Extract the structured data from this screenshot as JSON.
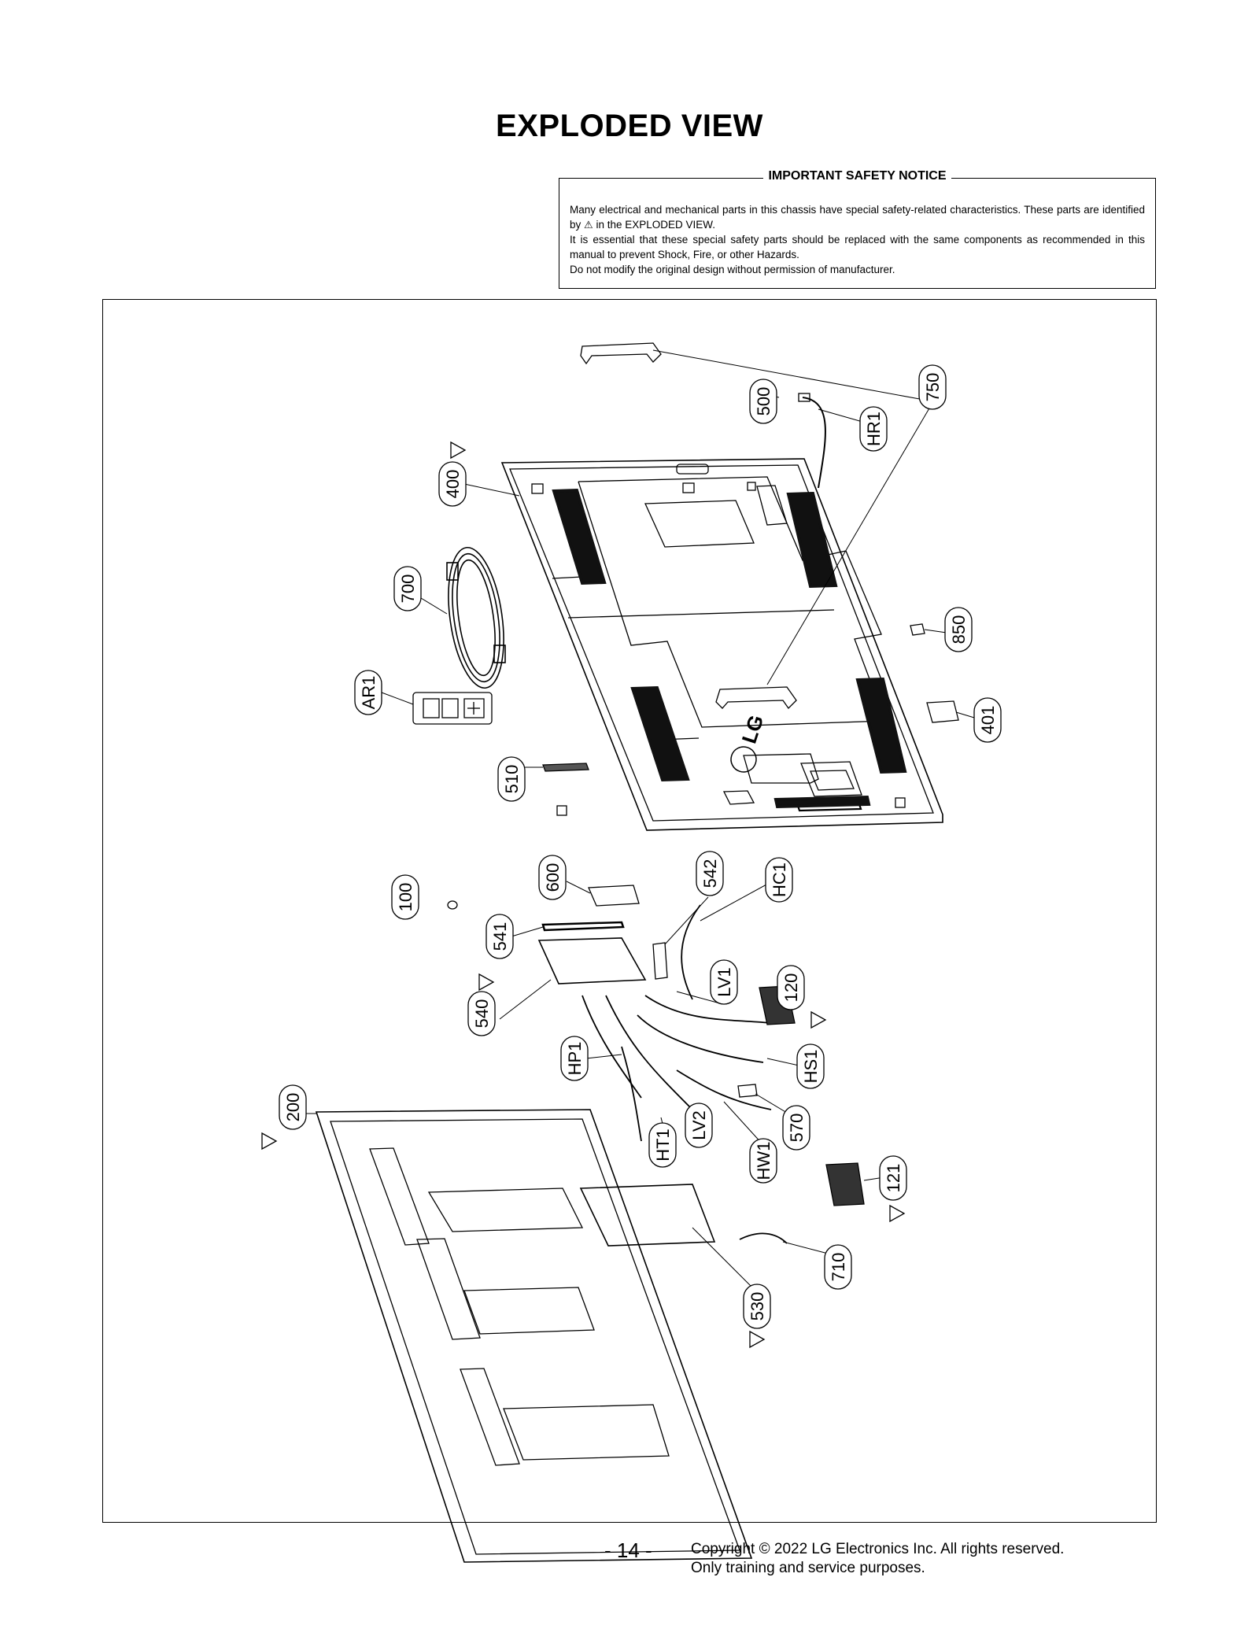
{
  "title": "EXPLODED VIEW",
  "notice": {
    "heading": "IMPORTANT SAFETY NOTICE",
    "line1": "Many electrical and mechanical parts in this chassis have special safety-related characteristics. These parts are identified by",
    "line1_tail": "in the EXPLODED VIEW.",
    "line2": "It is essential that these special safety parts should be replaced with the same components as recommended in this manual to prevent Shock, Fire, or other Hazards.",
    "line3": "Do not modify the original design without permission of manufacturer."
  },
  "parts": [
    {
      "id": "500"
    },
    {
      "id": "HR1"
    },
    {
      "id": "750"
    },
    {
      "id": "400",
      "safety": true
    },
    {
      "id": "700"
    },
    {
      "id": "850"
    },
    {
      "id": "AR1"
    },
    {
      "id": "401"
    },
    {
      "id": "510"
    },
    {
      "id": "100"
    },
    {
      "id": "600"
    },
    {
      "id": "542"
    },
    {
      "id": "HC1"
    },
    {
      "id": "541"
    },
    {
      "id": "LV1"
    },
    {
      "id": "120",
      "safety": true
    },
    {
      "id": "540",
      "safety": true
    },
    {
      "id": "HP1"
    },
    {
      "id": "HS1"
    },
    {
      "id": "200",
      "safety": true
    },
    {
      "id": "570"
    },
    {
      "id": "HT1"
    },
    {
      "id": "LV2"
    },
    {
      "id": "HW1"
    },
    {
      "id": "121",
      "safety": true
    },
    {
      "id": "710"
    },
    {
      "id": "530",
      "safety": true
    }
  ],
  "footer": {
    "page": "- 14 -",
    "copyright": "Copyright © 2022 LG Electronics Inc. All rights reserved.",
    "purpose": "Only training and service purposes."
  },
  "logo_text": "LG"
}
